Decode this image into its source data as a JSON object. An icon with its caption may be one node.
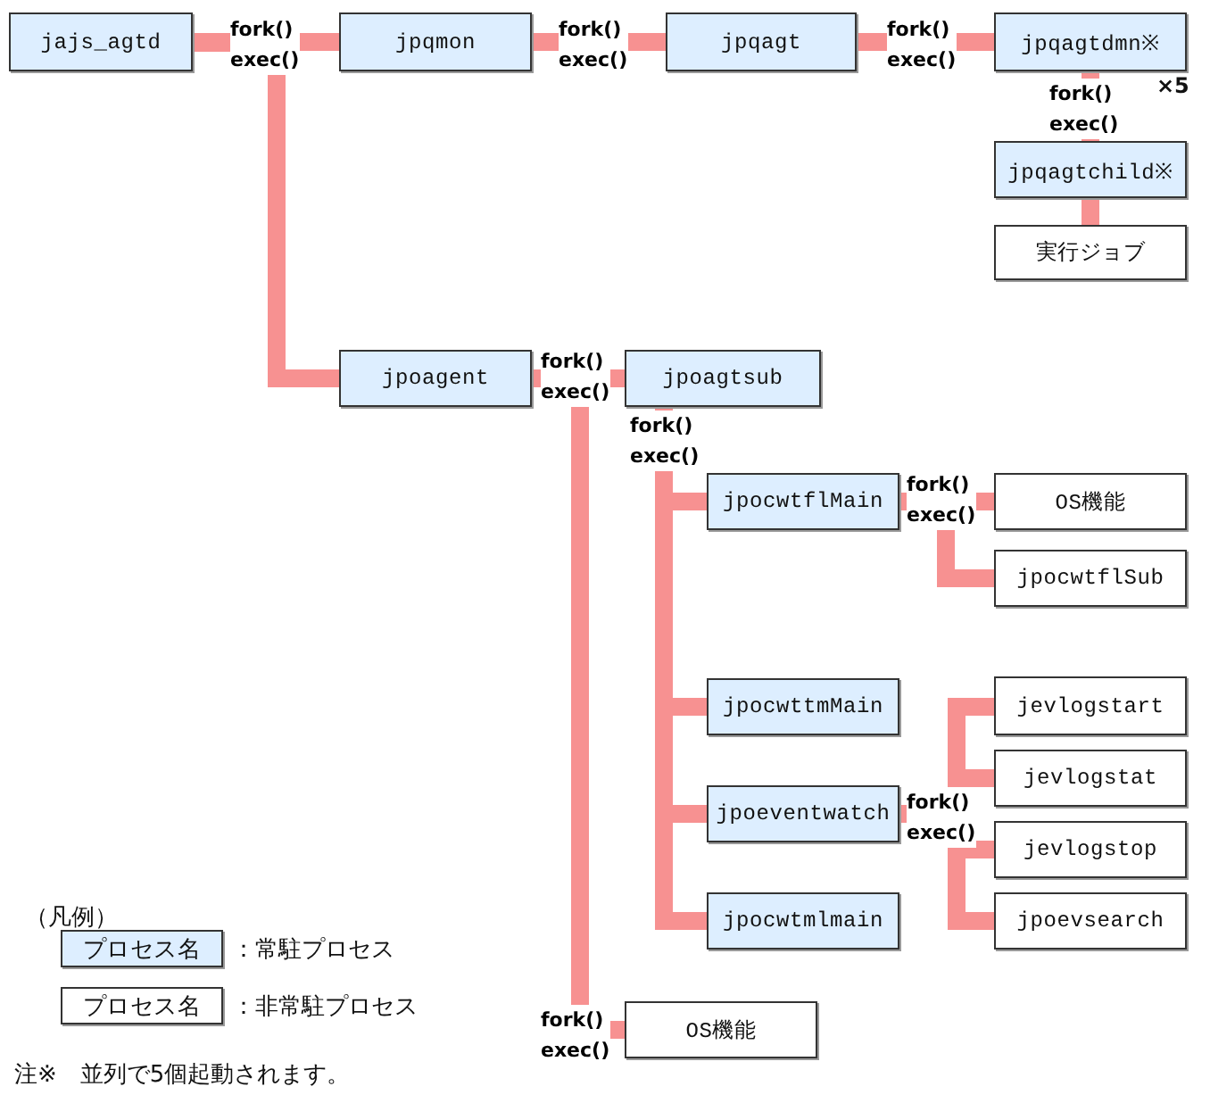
{
  "diagram": {
    "nodes": [
      {
        "text": [
          "jajs_agtd"
        ]
      },
      {
        "text": [
          "jpqmon"
        ]
      },
      {
        "text": [
          "jpqagt"
        ]
      },
      {
        "text": [
          "jpqagtdmn※"
        ],
        "beside": [
          "×5"
        ]
      },
      {
        "text": [
          "jpqagtchild※"
        ]
      },
      {
        "text": [
          "実行ジョブ"
        ]
      },
      {
        "text": [
          "jpoagent"
        ]
      },
      {
        "text": [
          "jpoagtsub"
        ]
      },
      {
        "text": [
          "jpocwtflMain"
        ]
      },
      {
        "text": [
          "OS機能"
        ]
      },
      {
        "text": [
          "jpocwtflSub"
        ]
      },
      {
        "text": [
          "jpocwttmMain"
        ]
      },
      {
        "text": [
          "jpoeventwatch"
        ]
      },
      {
        "text": [
          "jpocwtmlmain"
        ]
      },
      {
        "text": [
          "jevlogstart"
        ]
      },
      {
        "text": [
          "jevlogstat"
        ]
      },
      {
        "text": [
          "jevlogstop"
        ]
      },
      {
        "text": [
          "jpoevsearch"
        ]
      },
      {
        "text": [
          "OS機能"
        ]
      }
    ],
    "edges": [
      {
        "from": 0,
        "to": 1,
        "arrow": "none",
        "label": "fork() exec()"
      },
      {
        "from": 0,
        "to": 6,
        "arrow": "none"
      },
      {
        "from": 1,
        "to": 2,
        "arrow": "none",
        "label": "fork() exec()"
      },
      {
        "from": 2,
        "to": 3,
        "arrow": "none",
        "label": "fork() exec()"
      },
      {
        "from": 3,
        "to": 4,
        "arrow": "none",
        "label": "fork() exec()"
      },
      {
        "from": 4,
        "to": 5,
        "arrow": "none"
      },
      {
        "from": 6,
        "to": 7,
        "arrow": "none",
        "label": "fork() exec()"
      },
      {
        "from": 6,
        "to": 18,
        "arrow": "none",
        "label": "fork() exec()"
      },
      {
        "from": 7,
        "to": 8,
        "arrow": "none",
        "label": "fork() exec()"
      },
      {
        "from": 7,
        "to": 11,
        "arrow": "none"
      },
      {
        "from": 7,
        "to": 12,
        "arrow": "none"
      },
      {
        "from": 7,
        "to": 13,
        "arrow": "none"
      },
      {
        "from": 8,
        "to": 9,
        "arrow": "none",
        "label": "fork() exec()"
      },
      {
        "from": 8,
        "to": 10,
        "arrow": "none"
      },
      {
        "from": 12,
        "to": 14,
        "arrow": "none",
        "label": "fork() exec()"
      },
      {
        "from": 12,
        "to": 15,
        "arrow": "none"
      },
      {
        "from": 12,
        "to": 16,
        "arrow": "none"
      },
      {
        "from": 12,
        "to": 17,
        "arrow": "none"
      }
    ],
    "labels": [
      "（凡例）",
      "プロセス名",
      "プロセス名",
      "注※　並列で5個起動されます。"
    ],
    "legend": [
      {
        "text": "：常駐プロセス",
        "color": "#ddeeff"
      },
      {
        "text": "：非常駐プロセス",
        "color": "#ffffff"
      }
    ]
  }
}
